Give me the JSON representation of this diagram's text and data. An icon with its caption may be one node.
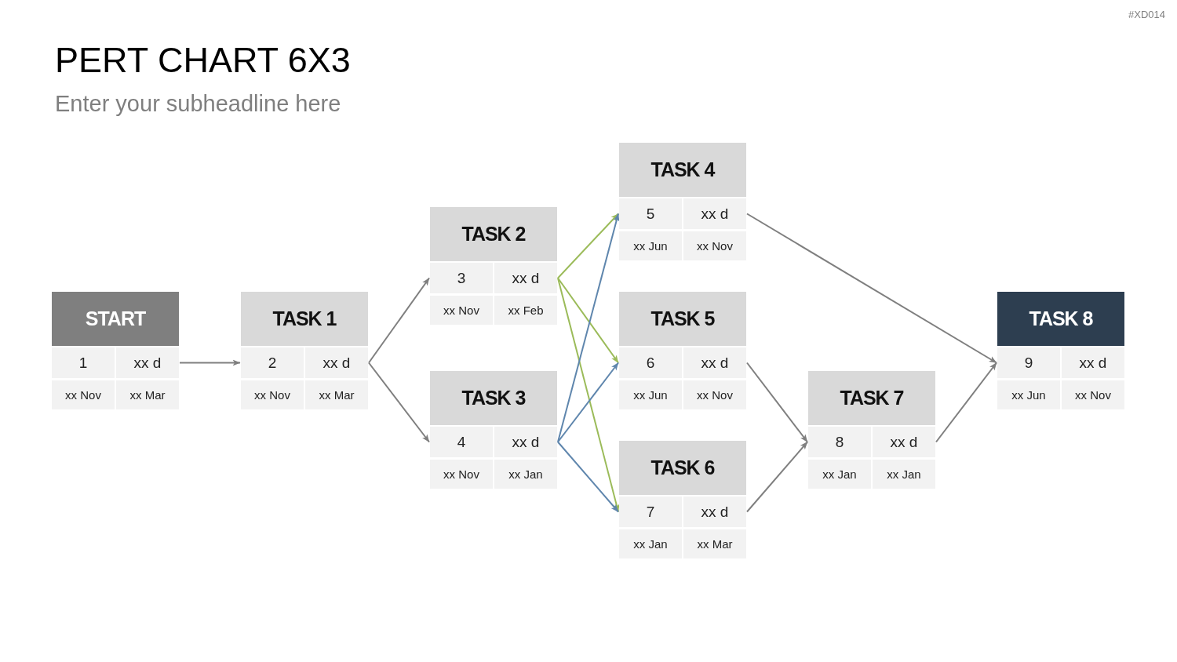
{
  "diagram": {
    "title": "PERT CHART 6X3",
    "nodes": [
      {
        "text": [
          "START",
          "1",
          "xx d",
          "xx Nov",
          "xx Mar"
        ]
      },
      {
        "text": [
          "TASK 1",
          "2",
          "xx d",
          "xx Nov",
          "xx Mar"
        ]
      },
      {
        "text": [
          "TASK 2",
          "3",
          "xx d",
          "xx Nov",
          "xx Feb"
        ]
      },
      {
        "text": [
          "TASK 3",
          "4",
          "xx d",
          "xx Nov",
          "xx Jan"
        ]
      },
      {
        "text": [
          "TASK 4",
          "5",
          "xx d",
          "xx Jun",
          "xx Nov"
        ]
      },
      {
        "text": [
          "TASK 5",
          "6",
          "xx d",
          "xx Jun",
          "xx Nov"
        ]
      },
      {
        "text": [
          "TASK 6",
          "7",
          "xx d",
          "xx Jan",
          "xx Mar"
        ]
      },
      {
        "text": [
          "TASK 7",
          "8",
          "xx d",
          "xx Jan",
          "xx Jan"
        ]
      },
      {
        "text": [
          "TASK 8",
          "9",
          "xx d",
          "xx Jun",
          "xx Nov"
        ]
      }
    ],
    "edges": [
      {
        "from": 0,
        "to": 1,
        "arrow": "to"
      },
      {
        "from": 1,
        "to": 2,
        "arrow": "to"
      },
      {
        "from": 1,
        "to": 3,
        "arrow": "to"
      },
      {
        "from": 2,
        "to": 4,
        "arrow": "to",
        "color": "#9bbb59"
      },
      {
        "from": 2,
        "to": 5,
        "arrow": "to",
        "color": "#9bbb59"
      },
      {
        "from": 2,
        "to": 6,
        "arrow": "to",
        "color": "#9bbb59"
      },
      {
        "from": 3,
        "to": 4,
        "arrow": "to",
        "color": "#5f86ad"
      },
      {
        "from": 3,
        "to": 5,
        "arrow": "to",
        "color": "#5f86ad"
      },
      {
        "from": 3,
        "to": 6,
        "arrow": "to",
        "color": "#5f86ad"
      },
      {
        "from": 4,
        "to": 8,
        "arrow": "to"
      },
      {
        "from": 5,
        "to": 7,
        "arrow": "to"
      },
      {
        "from": 6,
        "to": 7,
        "arrow": "to"
      },
      {
        "from": 7,
        "to": 8,
        "arrow": "to"
      }
    ],
    "labels": [
      "#XD014",
      "Enter your subheadline here"
    ]
  }
}
